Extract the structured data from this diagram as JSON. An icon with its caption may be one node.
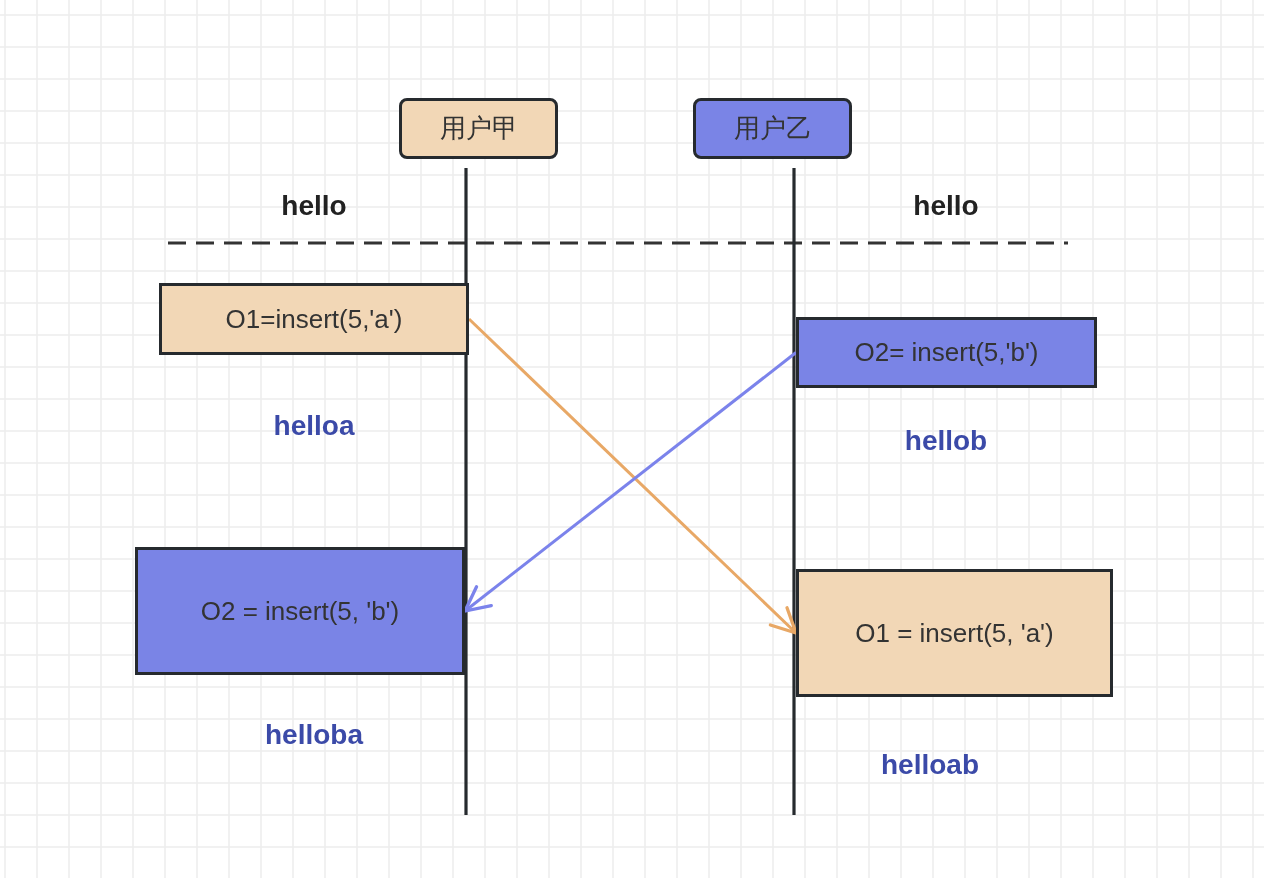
{
  "diagram": {
    "nodes": [
      {
        "text": [
          "用户甲"
        ]
      },
      {
        "text": [
          "用户乙"
        ]
      },
      {
        "text": [
          "O1=insert(5,'a')"
        ]
      },
      {
        "text": [
          "O2= insert(5,'b')"
        ]
      },
      {
        "text": [
          "O2 = insert(5, 'b')"
        ]
      },
      {
        "text": [
          "O1 = insert(5, 'a')"
        ]
      }
    ],
    "edges": [
      {
        "from": 0,
        "to": null,
        "arrow": "none"
      },
      {
        "from": 1,
        "to": null,
        "arrow": "none"
      },
      {
        "from": 2,
        "to": 5,
        "arrow": "to",
        "color": "#e8a866"
      },
      {
        "from": 3,
        "to": 4,
        "arrow": "to",
        "color": "#7b83eb"
      }
    ],
    "labels": [
      "hello",
      "hello",
      "helloa",
      "hellob",
      "helloba",
      "helloab"
    ]
  }
}
